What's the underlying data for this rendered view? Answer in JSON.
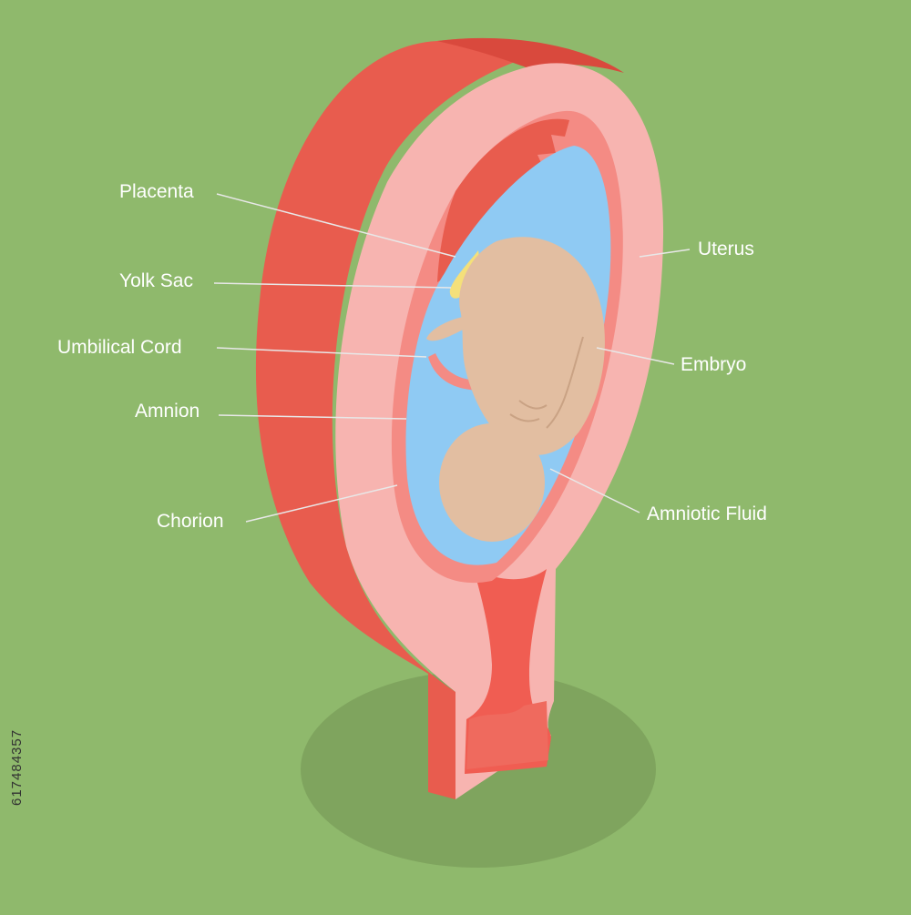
{
  "diagram": {
    "labels": {
      "placenta": "Placenta",
      "yolk_sac": "Yolk Sac",
      "umbilical_cord": "Umbilical Cord",
      "amnion": "Amnion",
      "chorion": "Chorion",
      "uterus": "Uterus",
      "embryo": "Embryo",
      "amniotic_fluid": "Amniotic Fluid"
    }
  },
  "watermark": {
    "stock_id": "617484357"
  },
  "colors": {
    "background": "#8fb96c",
    "shadow": "#7fa45e",
    "uterus_outer": "#e85c4e",
    "uterus_inner": "#f7b4b0",
    "uterus_dark": "#f05d52",
    "chorion": "#f48b84",
    "amniotic_fluid": "#8fcaf3",
    "embryo": "#e2bea1",
    "yolk_sac": "#f4e07a",
    "leader_line": "#e8e8e8"
  }
}
